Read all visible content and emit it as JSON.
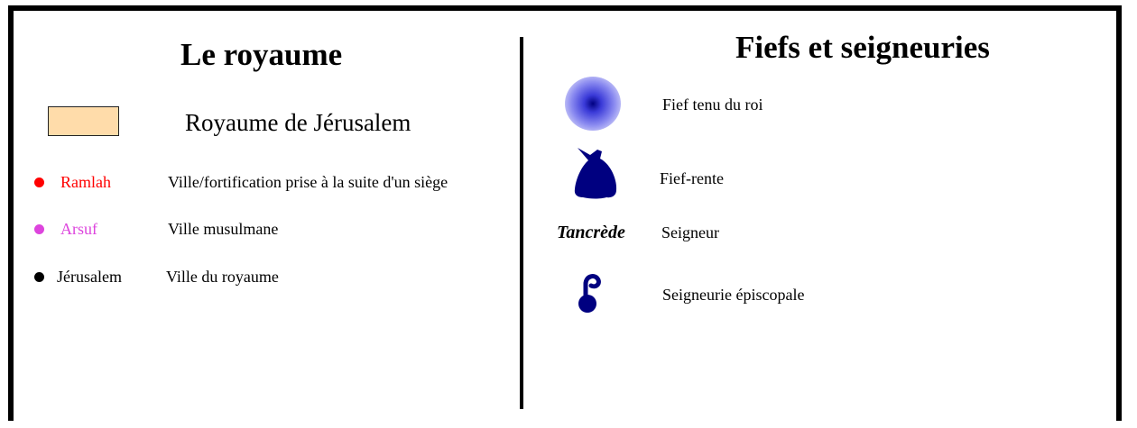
{
  "left": {
    "title": "Le royaume",
    "kingdom": {
      "label": "Royaume de Jérusalem",
      "color": "#FFDCAA"
    },
    "rows": [
      {
        "name": "Ramlah",
        "desc": "Ville/fortification prise à la suite d'un siège",
        "color": "#FF0000"
      },
      {
        "name": "Arsuf",
        "desc": "Ville musulmane",
        "color": "#DD44DD"
      },
      {
        "name": "Jérusalem",
        "desc": "Ville du royaume",
        "color": "#000000"
      }
    ]
  },
  "right": {
    "title": "Fiefs et seigneuries",
    "items": [
      {
        "icon": "royal-fief-icon",
        "label": "Fief tenu du roi"
      },
      {
        "icon": "money-bag-icon",
        "label": "Fief-rente"
      },
      {
        "sample": "Tancrède",
        "label": "Seigneur"
      },
      {
        "icon": "crozier-icon",
        "label": "Seigneurie épiscopale"
      }
    ],
    "icon_color": "#000080"
  }
}
